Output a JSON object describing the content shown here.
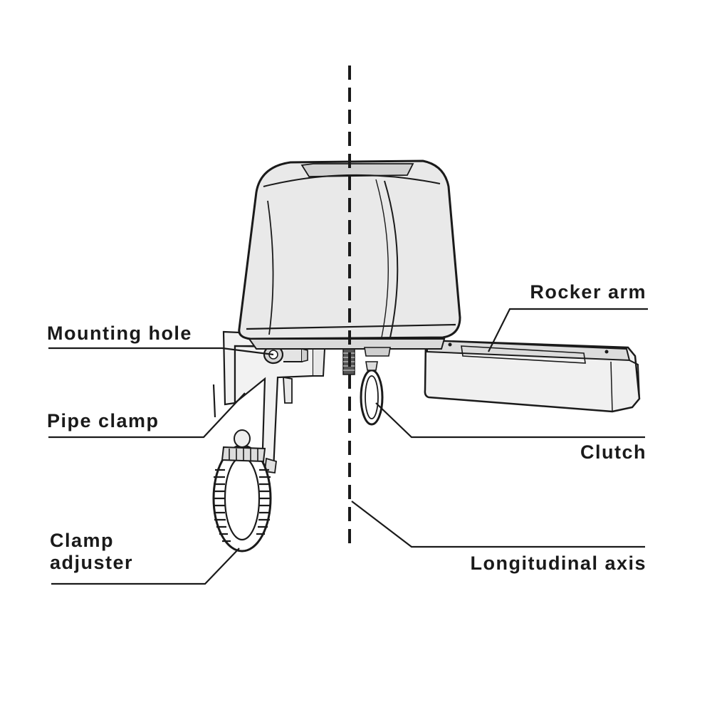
{
  "colors": {
    "line": "#1a1a1a",
    "body_fill": "#e8e8e8",
    "background": "#ffffff"
  },
  "labels": {
    "mounting_hole": "Mounting hole",
    "pipe_clamp": "Pipe clamp",
    "clamp_adjuster_line1": "Clamp",
    "clamp_adjuster_line2": "adjuster",
    "rocker_arm": "Rocker arm",
    "clutch": "Clutch",
    "longitudinal_axis": "Longitudinal axis"
  }
}
